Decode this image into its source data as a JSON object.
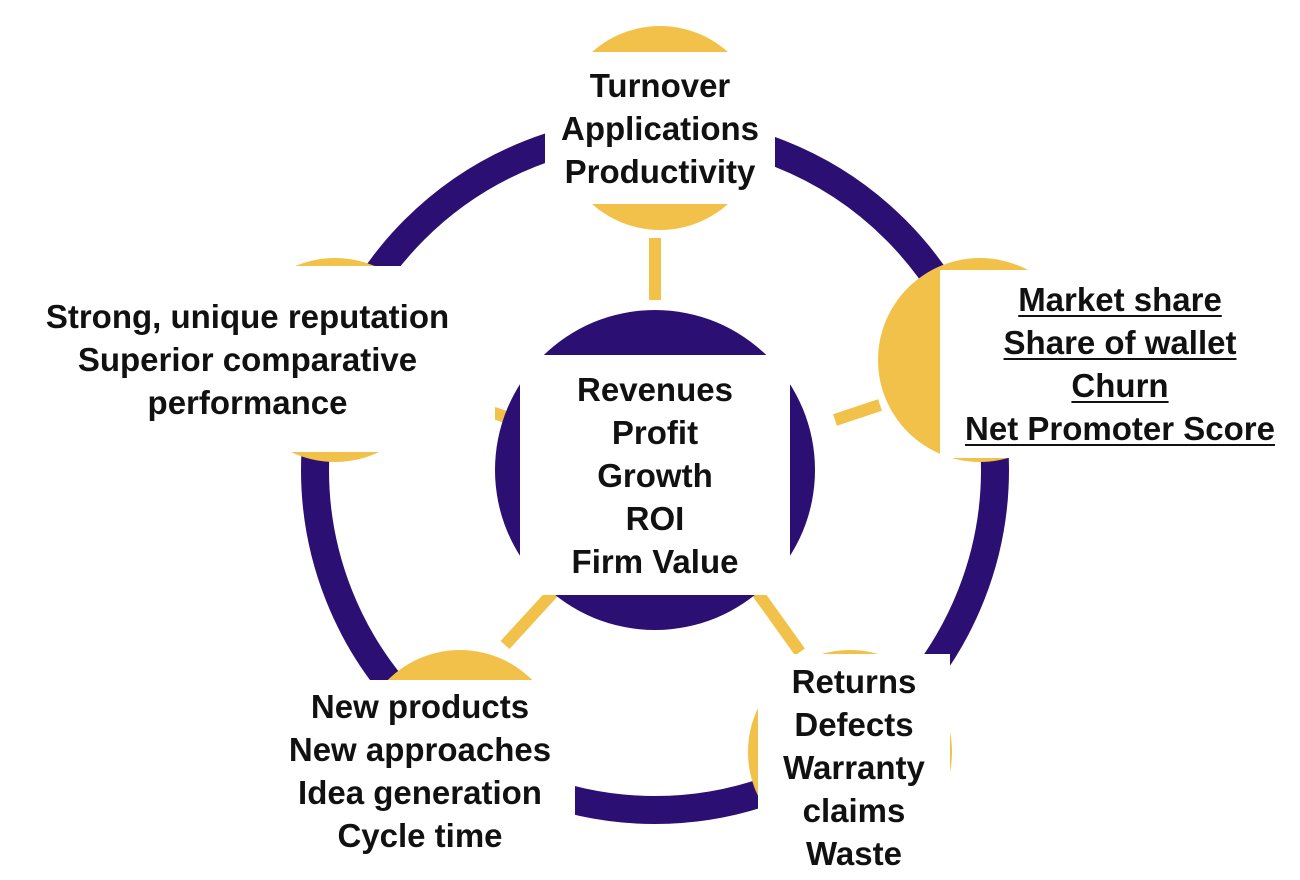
{
  "colors": {
    "ring": "#2c0f73",
    "accent": "#f1c14a",
    "center": "#2c0f73",
    "text": "#111111"
  },
  "center": {
    "lines": [
      "Revenues",
      "Profit",
      "Growth",
      "ROI",
      "Firm Value"
    ]
  },
  "nodes": {
    "top": {
      "lines": [
        "Turnover",
        "Applications",
        "Productivity"
      ]
    },
    "left": {
      "lines": [
        "Strong, unique reputation",
        "Superior comparative",
        "performance"
      ]
    },
    "right": {
      "lines": [
        "Market share",
        "Share of wallet",
        "Churn",
        "Net Promoter Score"
      ]
    },
    "bottom_left": {
      "lines": [
        "New products",
        "New approaches",
        "Idea generation",
        "Cycle time"
      ]
    },
    "bottom_right": {
      "lines": [
        "Returns",
        "Defects",
        "Warranty",
        "claims",
        "Waste"
      ]
    }
  }
}
